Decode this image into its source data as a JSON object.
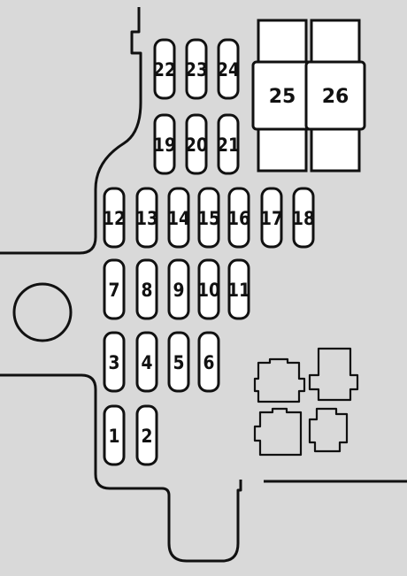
{
  "diagram": {
    "colors": {
      "background": "#d9d9d9",
      "stroke": "#111111",
      "fuse_fill": "#ffffff"
    },
    "fuses": [
      {
        "id": "fuse-1",
        "label": "1"
      },
      {
        "id": "fuse-2",
        "label": "2"
      },
      {
        "id": "fuse-3",
        "label": "3"
      },
      {
        "id": "fuse-4",
        "label": "4"
      },
      {
        "id": "fuse-5",
        "label": "5"
      },
      {
        "id": "fuse-6",
        "label": "6"
      },
      {
        "id": "fuse-7",
        "label": "7"
      },
      {
        "id": "fuse-8",
        "label": "8"
      },
      {
        "id": "fuse-9",
        "label": "9"
      },
      {
        "id": "fuse-10",
        "label": "10"
      },
      {
        "id": "fuse-11",
        "label": "11"
      },
      {
        "id": "fuse-12",
        "label": "12"
      },
      {
        "id": "fuse-13",
        "label": "13"
      },
      {
        "id": "fuse-14",
        "label": "14"
      },
      {
        "id": "fuse-15",
        "label": "15"
      },
      {
        "id": "fuse-16",
        "label": "16"
      },
      {
        "id": "fuse-17",
        "label": "17"
      },
      {
        "id": "fuse-18",
        "label": "18"
      },
      {
        "id": "fuse-19",
        "label": "19"
      },
      {
        "id": "fuse-20",
        "label": "20"
      },
      {
        "id": "fuse-21",
        "label": "21"
      },
      {
        "id": "fuse-22",
        "label": "22"
      },
      {
        "id": "fuse-23",
        "label": "23"
      },
      {
        "id": "fuse-24",
        "label": "24"
      }
    ],
    "large_fuses": [
      {
        "id": "fuse-25",
        "label": "25"
      },
      {
        "id": "fuse-26",
        "label": "26"
      }
    ]
  }
}
